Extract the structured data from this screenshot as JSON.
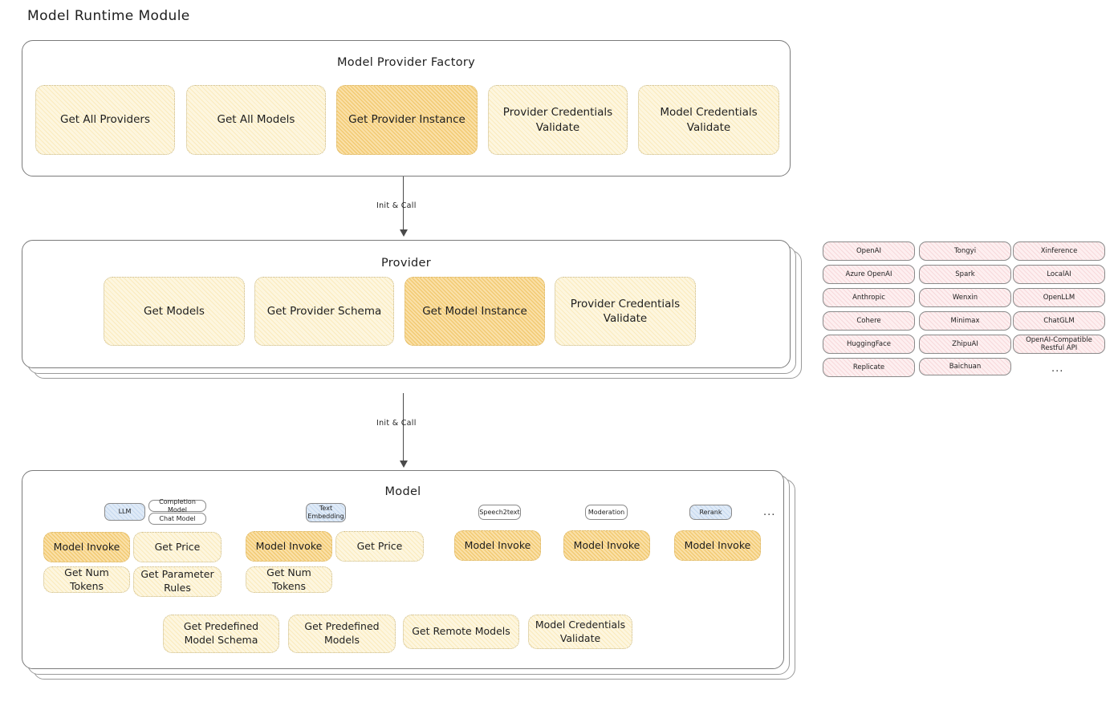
{
  "page": {
    "title": "Model Runtime Module"
  },
  "factory": {
    "title": "Model Provider Factory",
    "ops": [
      {
        "label": "Get All Providers",
        "highlight": false
      },
      {
        "label": "Get All Models",
        "highlight": false
      },
      {
        "label": "Get Provider Instance",
        "highlight": true
      },
      {
        "label": "Provider Credentials Validate",
        "highlight": false
      },
      {
        "label": "Model Credentials Validate",
        "highlight": false
      }
    ]
  },
  "arrows": [
    {
      "label": "Init & Call"
    },
    {
      "label": "Init & Call"
    }
  ],
  "provider": {
    "title": "Provider",
    "ops": [
      {
        "label": "Get Models",
        "highlight": false
      },
      {
        "label": "Get Provider Schema",
        "highlight": false
      },
      {
        "label": "Get Model Instance",
        "highlight": true
      },
      {
        "label": "Provider Credentials Validate",
        "highlight": false
      }
    ]
  },
  "provider_list": {
    "columns": [
      [
        "OpenAI",
        "Azure OpenAI",
        "Anthropic",
        "Cohere",
        "HuggingFace",
        "Replicate"
      ],
      [
        "Tongyi",
        "Spark",
        "Wenxin",
        "Minimax",
        "ZhipuAI",
        "Baichuan"
      ],
      [
        "Xinference",
        "LocalAI",
        "OpenLLM",
        "ChatGLM",
        "OpenAI-Compatible Restful API"
      ]
    ],
    "more": "..."
  },
  "model": {
    "title": "Model",
    "more": "...",
    "types": [
      {
        "badge": "LLM",
        "badge_style": "blue",
        "sub_badges": [
          "Completion Model",
          "Chat Model"
        ],
        "ops": [
          {
            "label": "Model Invoke",
            "highlight": true
          },
          {
            "label": "Get Price",
            "highlight": false
          },
          {
            "label": "Get Num Tokens",
            "highlight": false
          },
          {
            "label": "Get Parameter Rules",
            "highlight": false
          }
        ]
      },
      {
        "badge": "Text Embedding",
        "badge_style": "blue",
        "sub_badges": [],
        "ops": [
          {
            "label": "Model Invoke",
            "highlight": true
          },
          {
            "label": "Get Price",
            "highlight": false
          },
          {
            "label": "Get Num Tokens",
            "highlight": false
          }
        ]
      },
      {
        "badge": "Speech2text",
        "badge_style": "plain",
        "sub_badges": [],
        "ops": [
          {
            "label": "Model Invoke",
            "highlight": true
          }
        ]
      },
      {
        "badge": "Moderation",
        "badge_style": "plain",
        "sub_badges": [],
        "ops": [
          {
            "label": "Model Invoke",
            "highlight": true
          }
        ]
      },
      {
        "badge": "Rerank",
        "badge_style": "blue",
        "sub_badges": [],
        "ops": [
          {
            "label": "Model Invoke",
            "highlight": true
          }
        ]
      }
    ],
    "common_ops": [
      {
        "label": "Get Predefined Model Schema"
      },
      {
        "label": "Get Predefined Models"
      },
      {
        "label": "Get Remote Models"
      },
      {
        "label": "Model Credentials Validate"
      }
    ]
  },
  "colors": {
    "op_fill": "#fdf6df",
    "op_highlight_fill": "#fae0a8",
    "pill_fill": "#fdeff0",
    "badge_blue_fill": "#dfeaf7",
    "stroke": "#7b7b7b"
  }
}
